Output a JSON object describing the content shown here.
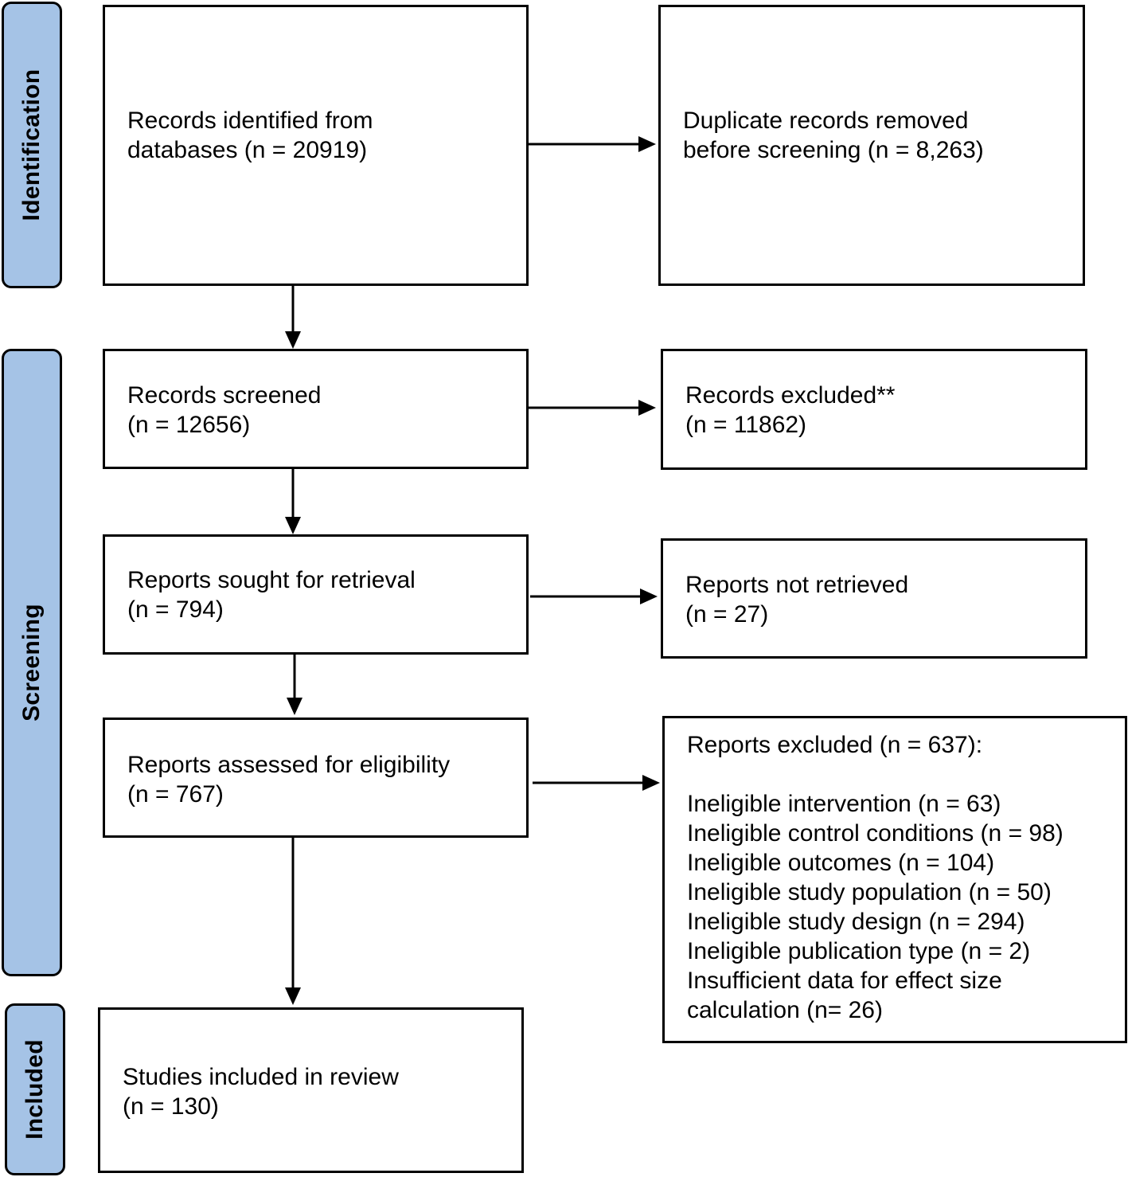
{
  "phases": {
    "identification": "Identification",
    "screening": "Screening",
    "included": "Included"
  },
  "boxes": {
    "records_identified": {
      "line1": "Records identified from",
      "line2": "databases (n = 20919)"
    },
    "duplicates_removed": {
      "line1": "Duplicate records removed",
      "line2": "before screening  (n = 8,263)"
    },
    "records_screened": {
      "line1": "Records screened",
      "line2": "(n = 12656)"
    },
    "records_excluded": {
      "line1": "Records excluded**",
      "line2": "(n = 11862)"
    },
    "reports_sought": {
      "line1": "Reports sought for retrieval",
      "line2": "(n = 794)"
    },
    "reports_not_retrieved": {
      "line1": "Reports not retrieved",
      "line2": "(n = 27)"
    },
    "reports_assessed": {
      "line1": "Reports assessed for eligibility",
      "line2": "(n = 767)"
    },
    "reports_excluded": {
      "heading": "Reports excluded (n = 637):",
      "reasons": [
        "Ineligible intervention (n = 63)",
        "Ineligible control conditions (n = 98)",
        "Ineligible outcomes (n = 104)",
        "Ineligible study population (n = 50)",
        "Ineligible study design (n = 294)",
        "Ineligible publication type (n = 2)",
        "Insufficient data for effect size",
        "calculation (n= 26)"
      ]
    },
    "studies_included": {
      "line1": "Studies included in review",
      "line2": "(n = 130)"
    }
  }
}
